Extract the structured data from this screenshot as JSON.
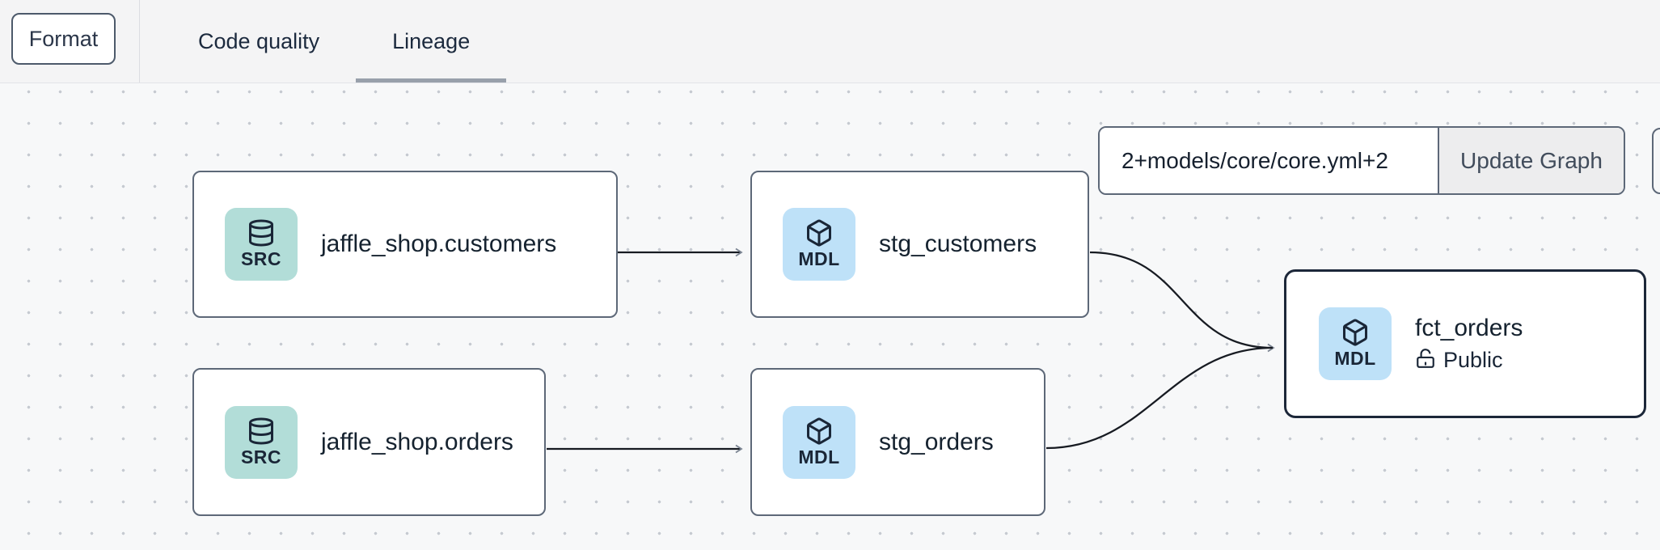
{
  "topbar": {
    "format_button": "Format",
    "tabs": [
      {
        "label": "Code quality",
        "active": false
      },
      {
        "label": "Lineage",
        "active": true
      }
    ]
  },
  "lineage": {
    "selector": {
      "value": "2+models/core/core.yml+2",
      "update_button": "Update Graph"
    },
    "nodes": [
      {
        "id": "source.jaffle_shop.customers",
        "badge": "SRC",
        "icon": "database-icon",
        "label": "jaffle_shop.customers"
      },
      {
        "id": "model.stg_customers",
        "badge": "MDL",
        "icon": "cube-icon",
        "label": "stg_customers"
      },
      {
        "id": "source.jaffle_shop.orders",
        "badge": "SRC",
        "icon": "database-icon",
        "label": "jaffle_shop.orders"
      },
      {
        "id": "model.stg_orders",
        "badge": "MDL",
        "icon": "cube-icon",
        "label": "stg_orders"
      },
      {
        "id": "model.fct_orders",
        "badge": "MDL",
        "icon": "cube-icon",
        "label": "fct_orders",
        "access": "Public",
        "access_icon": "unlock-icon",
        "selected": true
      }
    ],
    "edges": [
      {
        "from": "source.jaffle_shop.customers",
        "to": "model.stg_customers"
      },
      {
        "from": "source.jaffle_shop.orders",
        "to": "model.stg_orders"
      },
      {
        "from": "model.stg_customers",
        "to": "model.fct_orders"
      },
      {
        "from": "model.stg_orders",
        "to": "model.fct_orders"
      }
    ]
  },
  "colors": {
    "source_badge_bg": "#b2ddd8",
    "model_badge_bg": "#bee1f8",
    "node_border": "#5d6878",
    "selected_node_border": "#1c2739",
    "active_tab_underline": "#98a0ab",
    "edge_stroke": "#171b22",
    "arrowhead": "#7b8492",
    "canvas_bg": "#f7f8f9",
    "topbar_bg": "#f4f4f5",
    "update_button_bg": "#ededee"
  }
}
